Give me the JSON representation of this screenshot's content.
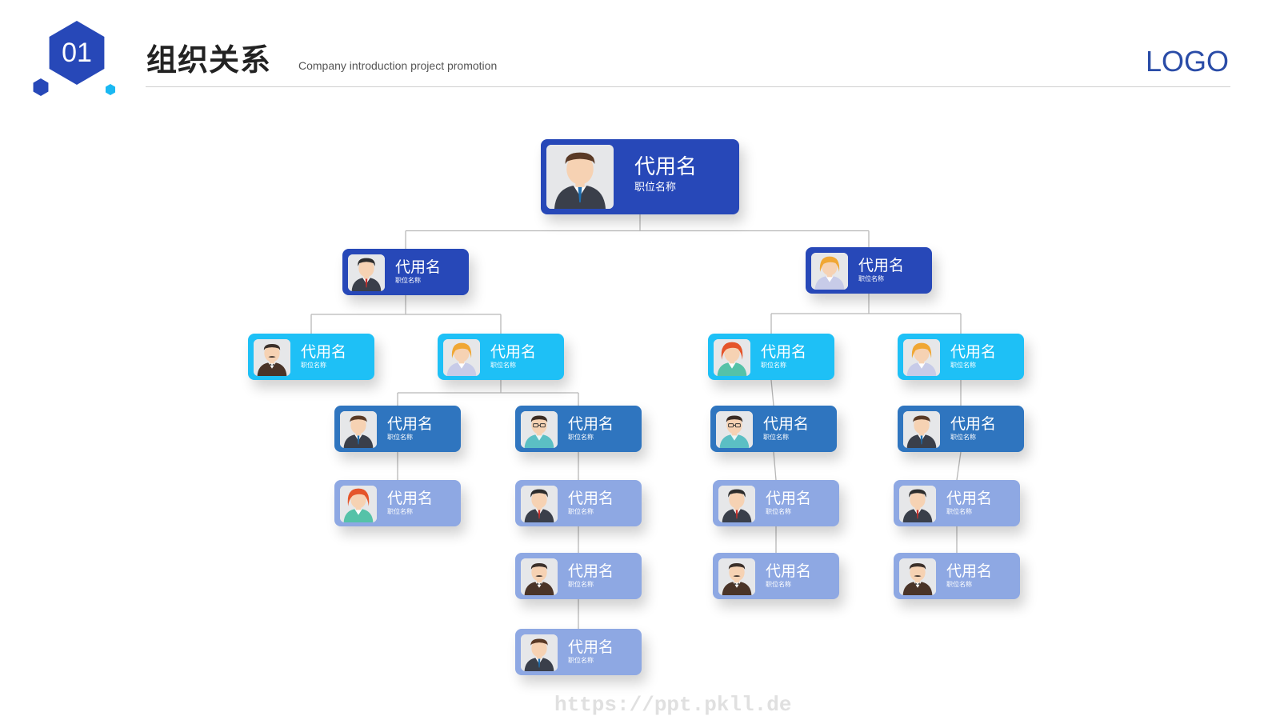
{
  "header": {
    "badge_number": "01",
    "title": "组织关系",
    "subtitle": "Company introduction project promotion",
    "logo": "LOGO"
  },
  "colors": {
    "royal_blue": "#2748b8",
    "cyan": "#1ec0f6",
    "steel_blue": "#2f75bf",
    "lavender": "#8ea8e3",
    "connector": "#b8b8b8"
  },
  "org_chart": {
    "nodes": [
      {
        "id": "root",
        "name": "代用名",
        "role": "职位名称",
        "level": 0,
        "color": "royal_blue",
        "avatar": "man-suit-icon"
      },
      {
        "id": "L1a",
        "name": "代用名",
        "role": "职位名称",
        "level": 1,
        "color": "royal_blue",
        "avatar": "man-dark-hair-icon"
      },
      {
        "id": "L1b",
        "name": "代用名",
        "role": "职位名称",
        "level": 1,
        "color": "royal_blue",
        "avatar": "woman-blonde-icon"
      },
      {
        "id": "L2a",
        "name": "代用名",
        "role": "职位名称",
        "level": 2,
        "color": "cyan",
        "avatar": "man-mustache-icon"
      },
      {
        "id": "L2b",
        "name": "代用名",
        "role": "职位名称",
        "level": 2,
        "color": "cyan",
        "avatar": "woman-blonde-icon"
      },
      {
        "id": "L2c",
        "name": "代用名",
        "role": "职位名称",
        "level": 2,
        "color": "cyan",
        "avatar": "woman-redhead-icon"
      },
      {
        "id": "L2d",
        "name": "代用名",
        "role": "职位名称",
        "level": 2,
        "color": "cyan",
        "avatar": "woman-blonde-icon"
      },
      {
        "id": "L3a",
        "name": "代用名",
        "role": "职位名称",
        "level": 3,
        "color": "steel_blue",
        "avatar": "man-suit-icon"
      },
      {
        "id": "L3b",
        "name": "代用名",
        "role": "职位名称",
        "level": 3,
        "color": "steel_blue",
        "avatar": "man-glasses-icon"
      },
      {
        "id": "L3c",
        "name": "代用名",
        "role": "职位名称",
        "level": 3,
        "color": "steel_blue",
        "avatar": "man-glasses-icon"
      },
      {
        "id": "L3d",
        "name": "代用名",
        "role": "职位名称",
        "level": 3,
        "color": "steel_blue",
        "avatar": "man-suit-icon"
      },
      {
        "id": "L4a",
        "name": "代用名",
        "role": "职位名称",
        "level": 4,
        "color": "lavender",
        "avatar": "woman-redhead-icon"
      },
      {
        "id": "L4b",
        "name": "代用名",
        "role": "职位名称",
        "level": 4,
        "color": "lavender",
        "avatar": "man-dark-hair-icon"
      },
      {
        "id": "L4c",
        "name": "代用名",
        "role": "职位名称",
        "level": 4,
        "color": "lavender",
        "avatar": "man-dark-hair-icon"
      },
      {
        "id": "L4d",
        "name": "代用名",
        "role": "职位名称",
        "level": 4,
        "color": "lavender",
        "avatar": "man-dark-hair-icon"
      },
      {
        "id": "L5b",
        "name": "代用名",
        "role": "职位名称",
        "level": 5,
        "color": "lavender",
        "avatar": "man-mustache-icon"
      },
      {
        "id": "L5c",
        "name": "代用名",
        "role": "职位名称",
        "level": 5,
        "color": "lavender",
        "avatar": "man-mustache-icon"
      },
      {
        "id": "L5d",
        "name": "代用名",
        "role": "职位名称",
        "level": 5,
        "color": "lavender",
        "avatar": "man-mustache-icon"
      },
      {
        "id": "L6b",
        "name": "代用名",
        "role": "职位名称",
        "level": 6,
        "color": "lavender",
        "avatar": "man-suit-icon"
      }
    ],
    "edges": [
      [
        "root",
        "L1a"
      ],
      [
        "root",
        "L1b"
      ],
      [
        "L1a",
        "L2a"
      ],
      [
        "L1a",
        "L2b"
      ],
      [
        "L1b",
        "L2c"
      ],
      [
        "L1b",
        "L2d"
      ],
      [
        "L2b",
        "L3a"
      ],
      [
        "L2b",
        "L3b"
      ],
      [
        "L2c",
        "L3c"
      ],
      [
        "L2d",
        "L3d"
      ],
      [
        "L3a",
        "L4a"
      ],
      [
        "L3b",
        "L4b"
      ],
      [
        "L3c",
        "L4c"
      ],
      [
        "L3d",
        "L4d"
      ],
      [
        "L4b",
        "L5b"
      ],
      [
        "L4c",
        "L5c"
      ],
      [
        "L4d",
        "L5d"
      ],
      [
        "L5b",
        "L6b"
      ]
    ]
  },
  "watermark": "https://ppt.pkll.de"
}
